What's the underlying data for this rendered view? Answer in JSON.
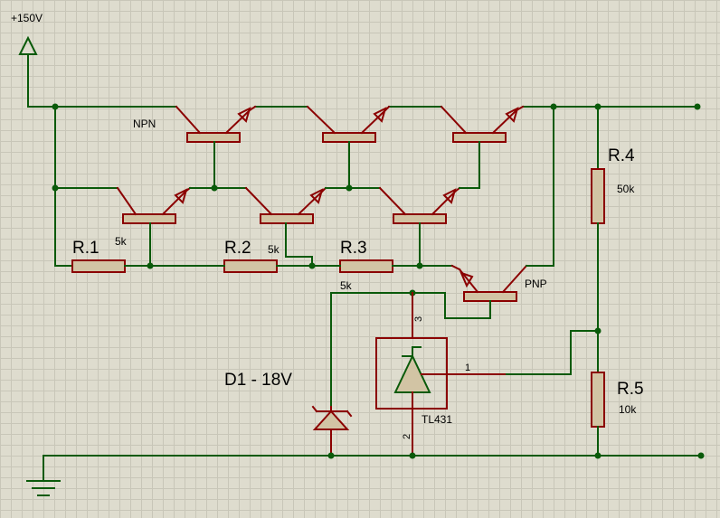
{
  "labels": {
    "supply": "+150V",
    "npn": "NPN",
    "pnp": "PNP",
    "r1": "R.1",
    "r1_value": "5k",
    "r2": "R.2",
    "r2_value": "5k",
    "r3": "R.3",
    "r3_value": "5k",
    "r4": "R.4",
    "r4_value": "50k",
    "r5": "R.5",
    "r5_value": "10k",
    "d1": "D1 - 18V",
    "tl431": "TL431",
    "pin1": "1",
    "pin2": "2",
    "pin3": "3"
  },
  "colors": {
    "wire": "#0a5a0a",
    "component": "#8b0000",
    "body_fill": "#d2c4a4",
    "background": "#dedcce"
  }
}
